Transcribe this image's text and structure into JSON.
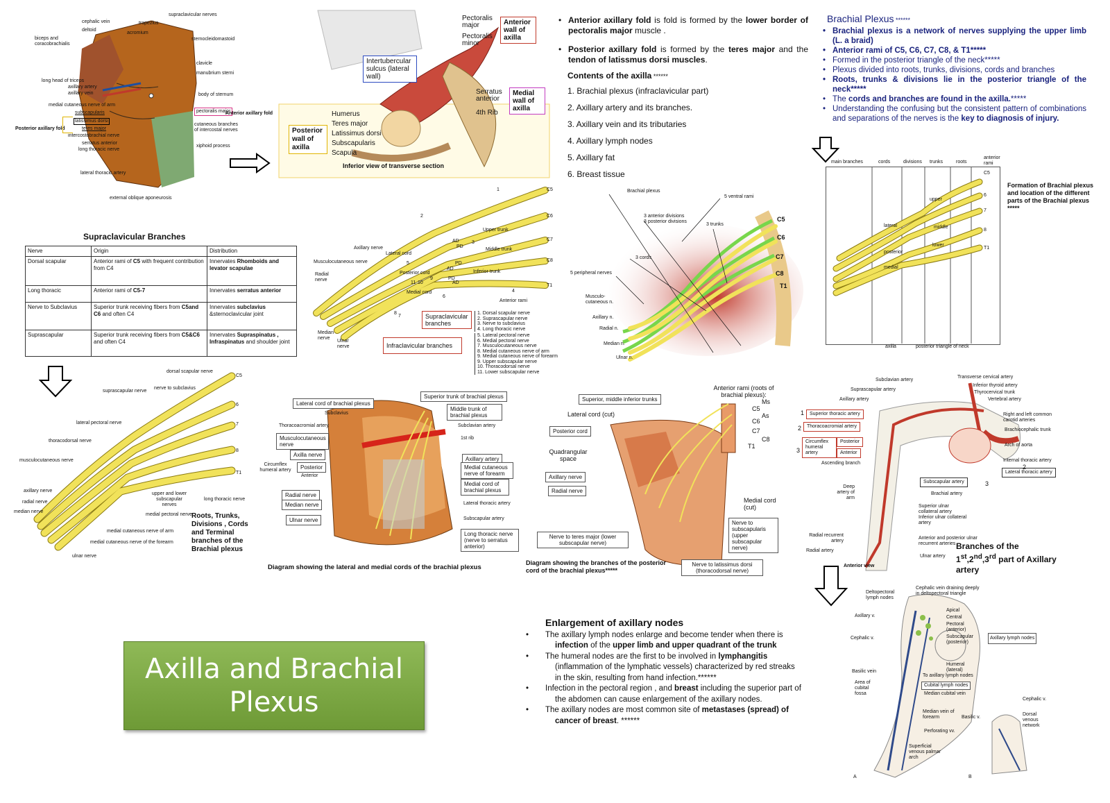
{
  "muscles_fig": {
    "labels": [
      "supraclavicular nerves",
      "cephalic vein",
      "trapezius",
      "acromium",
      "deltoid",
      "biceps and coracobrachialis",
      "sternocleidomastoid",
      "clavicle",
      "manubrium sterni",
      "long head of triceps",
      "axillary artery",
      "axillary vein",
      "body of sternum",
      "medial cutaneous nerve of arm",
      "subscapularis",
      "latissimus dorsi",
      "teres major",
      "intercostobrachial nerve",
      "serratus anterior",
      "long thoracic nerve",
      "cutaneous branches of intercostal nerves",
      "xiphoid process",
      "lateral thoracic artery",
      "external oblique aponeurosis"
    ],
    "pectoralis_box": "pectoralis major",
    "anterior_fold": "Anterior axillary fold",
    "posterior_fold": "Posterior axillary fold"
  },
  "transverse_fig": {
    "anterior_wall": "Anterior wall of axilla",
    "pectoralis_major": "Pectoralis major",
    "pectoralis_minor": "Pectoralis minor",
    "intertubercular": "Intertubercular sulcus (lateral wall)",
    "serratus": "Serratus anterior",
    "fourth_rib": "4th Rib",
    "medial_wall": "Medial wall of axilla",
    "humerus": "Humerus",
    "teres_major": "Teres major",
    "latissimus": "Latissimus dorsi",
    "subscapularis": "Subscapularis",
    "scapula": "Scapula",
    "posterior_wall": "Posterior wall of axilla",
    "caption": "Inferior view of transverse section"
  },
  "axillary_folds": {
    "anterior_pre": "Anterior axillary fold",
    "anterior_mid": " is fold is formed by the ",
    "anterior_b1": "lower border of pectoralis major",
    "anterior_end": " muscle .",
    "posterior_pre": "Posterior axillary fold",
    "posterior_mid": " is formed by the ",
    "posterior_b1": "teres major",
    "posterior_and": " and the ",
    "posterior_b2": "tendon of latissmus dorsi muscles",
    "posterior_end": "."
  },
  "contents": {
    "title": "Contents of the axilla",
    "stars": " ******",
    "items": [
      "1. Brachial plexus (infraclavicular part)",
      "2. Axillary artery and its branches.",
      "3.  Axillary vein and its tributaries",
      "4. Axillary lymph nodes",
      "5. Axillary fat",
      "6. Breast tissue"
    ]
  },
  "brachial_plexus": {
    "title": "Brachial Plexus",
    "title_stars": " ******",
    "b1": "Brachial plexus is a network of nerves supplying the upper limb (L. a braid)",
    "b2": "Anterior rami of C5, C6, C7, C8, & T1*****",
    "b3": "Formed in the posterior triangle of the neck*****",
    "b4": "Plexus divided into roots, trunks, divisions, cords and branches",
    "b5": "Roots, trunks & divisions lie in the posterior triangle of the neck*****",
    "b6a": "The ",
    "b6b": "cords and branches are found in the axilla.",
    "b6c": "*****",
    "b7a": "Understanding the confusing but the consistent pattern of combinations and separations of the nerves is the ",
    "b7b": "key to diagnosis of injury."
  },
  "formation_fig": {
    "headers": [
      "main branches",
      "cords",
      "divisions",
      "trunks",
      "roots"
    ],
    "anterior_rami": "anterior rami",
    "levels": [
      "C5",
      "6",
      "7",
      "8",
      "T1"
    ],
    "trunk_labels": [
      "upper",
      "middle",
      "lower"
    ],
    "cord_labels": [
      "lateral",
      "posterior",
      "medial"
    ],
    "axilla": "axilla",
    "posterior_triangle": "posterior triangle of neck",
    "caption": "Formation of Brachial plexus and location of the different parts of the Brachial plexus *****"
  },
  "supraclavicular": {
    "title": "Supraclavicular Branches",
    "headers": [
      "Nerve",
      "Origin",
      "Distribution"
    ],
    "rows": [
      {
        "nerve": "Dorsal scapular",
        "origin_a": "Anterior rami of ",
        "origin_b": "C5",
        "origin_c": " with frequent contribution from C4",
        "dist_a": "Innervates ",
        "dist_b": "Rhomboids and levator scapulae",
        "dist_c": ""
      },
      {
        "nerve": "Long thoracic",
        "origin_a": "Anterior rami of ",
        "origin_b": "C5-7",
        "origin_c": "",
        "dist_a": "Innervates ",
        "dist_b": "serratus anterior",
        "dist_c": ""
      },
      {
        "nerve": "Nerve to Subclavius",
        "origin_a": "Superior trunk receiving fibers from ",
        "origin_b": "C5and C6",
        "origin_c": " and often C4",
        "dist_a": "Innervates ",
        "dist_b": "subclavius",
        "dist_c": " &sternoclavicular joint"
      },
      {
        "nerve": "Suprascapular",
        "origin_a": "Superior trunk receiving fibers from ",
        "origin_b": "C5&C6",
        "origin_c": " and often C4",
        "dist_a": "Innervates ",
        "dist_b": "Supraspinatus , Infraspinatus",
        "dist_c": " and shoulder joint"
      }
    ]
  },
  "numbered_plexus": {
    "levels": [
      "C5",
      "C6",
      "C7",
      "C8",
      "T1"
    ],
    "numbers": [
      "1",
      "2",
      "3",
      "4",
      "5",
      "6",
      "7",
      "8",
      "9",
      "10",
      "11"
    ],
    "labels": [
      "Axillary nerve",
      "Musculocutaneous nerve",
      "Radial nerve",
      "Median nerve",
      "Ulnar nerve",
      "Anterior rami"
    ],
    "trunks": [
      "Upper trunk",
      "Middle trunk",
      "Inferior trunk",
      "Lateral cord",
      "Posterior cord",
      "Medial cord"
    ],
    "div_labels": [
      "AD",
      "PD",
      "PD",
      "AD",
      "PD",
      "AD"
    ],
    "supra_box": "Supraclavicular branches",
    "infra_box": "Infraclavicular branches",
    "supra_list": [
      "1. Dorsal scapular nerve",
      "2. Suprascapular nerve",
      "3. Nerve to subclavius",
      "4. Long thoracic nerve"
    ],
    "infra_list": [
      "5. Lateral pectoral nerve",
      "6. Medial pectoral nerve",
      "7. Musculocutaneous nerve",
      "8. Medial cutaneous nerve of arm",
      "9. Medial cutaneous nerve of forearm",
      "9. Upper subscapular nerve",
      "10. Thoracodorsal nerve",
      "11. Lower subscapular nerve"
    ]
  },
  "neck_fig": {
    "labels": [
      "Brachial plexus",
      "5 ventral rami",
      "3 anterior divisions",
      "3 posterior divisions",
      "3 trunks",
      "3 cords",
      "5 peripheral nerves",
      "Musculo-cutaneous n.",
      "Axillary n.",
      "Radial n.",
      "Median n.",
      "Ulnar n."
    ],
    "levels": [
      "C5",
      "C6",
      "C7",
      "C8",
      "T1"
    ]
  },
  "branches_fig": {
    "labels": [
      "dorsal scapular nerve",
      "nerve to subclavius",
      "suprascapular nerve",
      "lateral pectoral nerve",
      "thoracodorsal nerve",
      "musculocutaneous nerve",
      "axillary nerve",
      "radial nerve",
      "median nerve",
      "upper and lower subscapular nerves",
      "medial pectoral nerve",
      "long thoracic nerve",
      "medial cutaneous nerve of arm",
      "medial cutaneous nerve of the forearm",
      "ulnar nerve"
    ],
    "levels": [
      "C5",
      "6",
      "7",
      "8",
      "T1"
    ],
    "caption": "Roots, Trunks, Divisions , Cords and Terminal branches of the Brachial plexus"
  },
  "cords_fig": {
    "left_labels": [
      "Lateral cord of brachial plexus",
      "Subclavius",
      "Thoracoacromial artery",
      "Musculocutaneous nerve",
      "Axilla nerve",
      "Circumflex humeral artery",
      "Posterior",
      "Anterior",
      "Radial nerve",
      "Median nerve",
      "Ulnar nerve"
    ],
    "right_labels": [
      "Superior trunk of brachial plexus",
      "Middle trunk of brachial plexus",
      "Subclavian artery",
      "1st rib",
      "Axillary artery",
      "Medial cutaneous nerve of forearm",
      "Medial cord of brachial plexus",
      "Lateral thoracic artery",
      "Subscapular artery",
      "Long thoracic nerve (nerve to serratus anterior)"
    ],
    "caption": "Diagram showing the lateral and medial cords of the brachial plexus"
  },
  "posterior_cord_fig": {
    "labels": [
      "Superior, middle inferior trunks",
      "Lateral cord (cut)",
      "Posterior cord",
      "Quadrangular space",
      "Axillary nerve",
      "Radial nerve",
      "Nerve to teres major (lower subscapular nerve)",
      "Anterior rami (roots of brachial plexus):",
      "Ms",
      "As",
      "Medial cord (cut)",
      "Nerve to subscapularis (upper subscapular nerve)",
      "Nerve to latissimus dorsi (thoracodorsal nerve)"
    ],
    "levels": [
      "C5",
      "C6",
      "C7",
      "C8",
      "T1"
    ],
    "caption": "Diagram showing the branches of the posterior cord of the brachial plexus*****"
  },
  "artery_fig": {
    "labels": [
      "Subclavian artery",
      "Transverse cervical artery",
      "Suprascapular artery",
      "Inferior thyroid artery",
      "Thyrocervical trunk",
      "Axillary artery",
      "Vertebral artery",
      "Right and left common carotid arteries",
      "Brachiocephalic trunk",
      "Arch of aorta",
      "Internal thoracic artery",
      "Ascending branch",
      "Deep artery of arm",
      "Brachial artery",
      "Superior ulnar collateral artery",
      "Inferior ulnar collateral artery",
      "Radial recurrent artery",
      "Radial artery",
      "Anterior and posterior ulnar recurrent arteries",
      "Ulnar artery",
      "Anterior view"
    ],
    "red_boxes": [
      "Superior thoracic artery",
      "Thoracoacromial artery",
      "Circumflex humeral artery",
      "Posterior",
      "Anterior",
      "Subscapular artery",
      "Lateral thoracic artery"
    ],
    "numbers": [
      "1",
      "2",
      "3",
      "2",
      "3"
    ],
    "caption_a": "Branches of the ",
    "sup1": "st",
    "sup2": "nd",
    "sup3": "rd",
    "caption_b": " part of  Axillary artery"
  },
  "lymph_fig": {
    "labels": [
      "Deltopectoral lymph nodes",
      "Cephalic vein draining deeply in deltopectoral triangle",
      "Axillary v.",
      "Apical",
      "Central",
      "Pectoral (anterior)",
      "Cephalic v.",
      "Subscapular (posterior)",
      "Axillary lymph nodes",
      "Humeral (lateral)",
      "Basilic vein",
      "To axillary lymph nodes",
      "Area of cubital fossa",
      "Cubital lymph nodes",
      "Median cubital vein",
      "Median vein of forearm",
      "Perforating vv.",
      "Superficial venous palmar arch",
      "Cephalic v.",
      "Basilic v.",
      "Dorsal venous network",
      "A",
      "B"
    ]
  },
  "enlargement": {
    "title": "Enlargement of axillary nodes",
    "b1a": "The axillary lymph nodes enlarge and become tender when there is ",
    "b1b": "infection",
    "b1c": " of the ",
    "b1d": "upper limb and upper quadrant of the trunk",
    "b2a": "The humeral nodes are the first to be involved in ",
    "b2b": "lymphangitis",
    "b2c": " (inflammation of the lymphatic vessels) characterized by red streaks in the skin, resulting from hand infection.******",
    "b3a": " Infection in the pectoral region , and ",
    "b3b": "breast",
    "b3c": " including the superior part of the abdomen can cause enlargement of the axillary nodes.",
    "b4a": "The axillary nodes are most common site of ",
    "b4b": "metastases (spread) of cancer of breast",
    "b4c": ". ******"
  },
  "title_box": {
    "line1": "Axilla and Brachial",
    "line2": "Plexus",
    "color": "#6e9a36"
  }
}
